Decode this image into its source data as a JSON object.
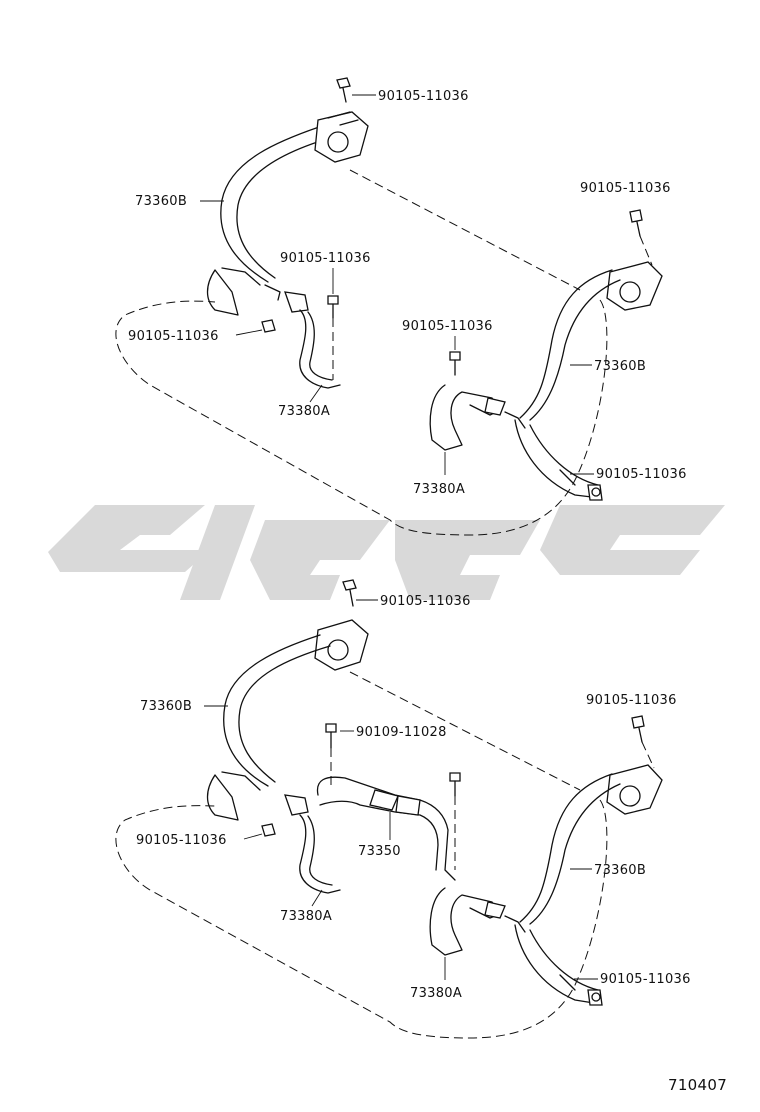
{
  "diagram": {
    "drawing_number": "710407",
    "upper": {
      "labels": {
        "bolt_top": "90105-11036",
        "belt_left": "73360B",
        "bolt_mid": "90105-11036",
        "bolt_left": "90105-11036",
        "buckle_left": "73380A",
        "bolt_center": "90105-11036",
        "bolt_right_top": "90105-11036",
        "belt_right": "73360B",
        "bolt_right_low": "90105-11036",
        "buckle_right": "73380A"
      }
    },
    "lower": {
      "labels": {
        "bolt_top": "90105-11036",
        "belt_left": "73360B",
        "bolt_center": "90109-11028",
        "bolt_left": "90105-11036",
        "center_belt": "73350",
        "buckle_left": "73380A",
        "bolt_right_top": "90105-11036",
        "belt_right": "73360B",
        "bolt_right_low": "90105-11036",
        "buckle_right": "73380A"
      }
    }
  },
  "icons": [
    "bolt-icon",
    "retractor-icon",
    "buckle-icon",
    "watermark-logo"
  ]
}
